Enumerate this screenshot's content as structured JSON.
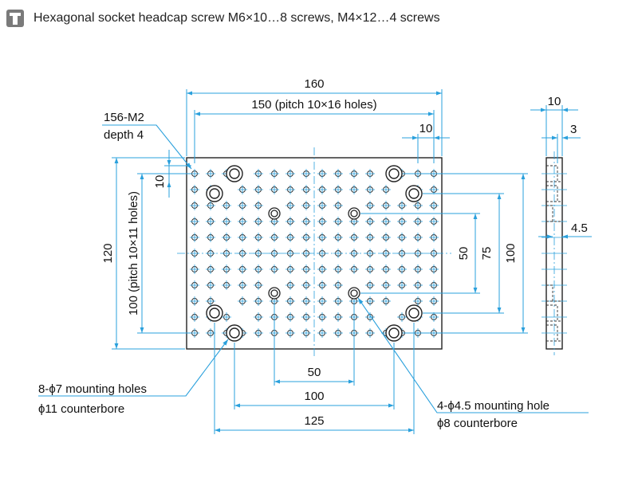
{
  "header": {
    "icon": "screw-spec-icon",
    "title": "Hexagonal socket headcap screw M6×10…8 screws, M4×12…4 screws"
  },
  "dimensions": {
    "overall_width": "160",
    "hole_pitch_width": "150 (pitch 10×16 holes)",
    "pitch_x": "10",
    "pitch_y": "10",
    "overall_height": "120",
    "hole_pitch_height": "100 (pitch 10×11 holes)",
    "m4_spacing_y": "50",
    "m6_spacing_y_inner": "75",
    "m6_spacing_y_outer": "100",
    "m4_spacing_x": "50",
    "m6_spacing_x_inner": "100",
    "m6_spacing_x_outer": "125",
    "thickness": "10",
    "counterbore_offset": "3",
    "counterbore_depth": "4.5"
  },
  "notes": {
    "tapped_holes_line1": "156-M2",
    "tapped_holes_line2": "depth 4",
    "mounting_m6_line1": "8-ϕ7 mounting holes",
    "mounting_m6_line2": "ϕ11 counterbore",
    "mounting_m4_line1": "4-ϕ4.5 mounting hole",
    "mounting_m4_line2": "ϕ8 counterbore"
  }
}
